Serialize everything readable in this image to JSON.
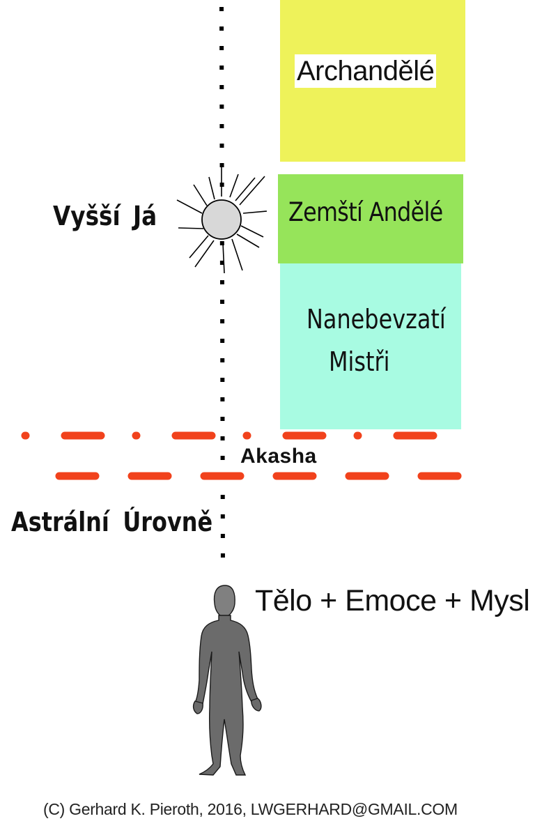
{
  "levels": {
    "archangels": "Archandělé",
    "earth_angels": "Zemští Andělé",
    "masters_line1": "Nanebevzatí",
    "masters_line2": "Mistři"
  },
  "labels": {
    "higher_self": "Vyšší Já",
    "akasha": "Akasha",
    "astral_levels": "Astrální Úrovně",
    "body_emotion_mind": "Tělo + Emoce + Mysl"
  },
  "footer": {
    "copyright": "(C) Gerhard K. Pieroth, 2016, LWGERHARD@GMAIL.COM"
  },
  "colors": {
    "archangels_box": "#eef25a",
    "earth_angels_box": "#96e45a",
    "masters_box": "#a8fbe2",
    "akasha_dashes": "#f1421c",
    "human_figure": "#6b6b6b",
    "sun_disc": "#d8d8d8"
  },
  "icons": {
    "sun": "sun-icon",
    "human": "human-figure-icon"
  }
}
